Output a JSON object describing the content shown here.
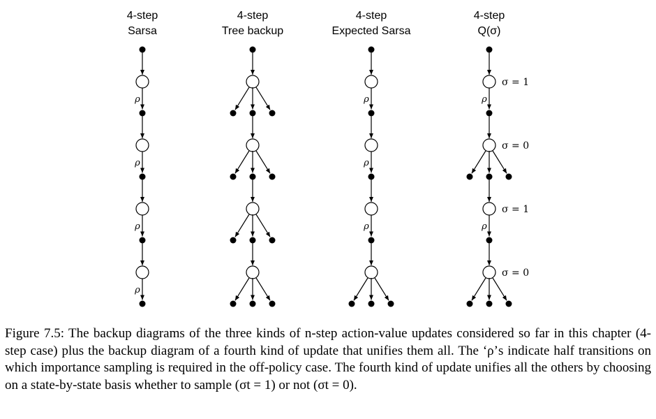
{
  "diagrams": [
    {
      "id": "sarsa",
      "title_lines": [
        "4-step",
        "Sarsa"
      ],
      "steps": [
        {
          "rho": "ρ",
          "sigma": "",
          "branch": 1
        },
        {
          "rho": "ρ",
          "sigma": "",
          "branch": 1
        },
        {
          "rho": "ρ",
          "sigma": "",
          "branch": 1
        },
        {
          "rho": "ρ",
          "sigma": "",
          "branch": 1
        }
      ]
    },
    {
      "id": "tree-backup",
      "title_lines": [
        "4-step",
        "Tree backup"
      ],
      "steps": [
        {
          "rho": "",
          "sigma": "",
          "branch": 3
        },
        {
          "rho": "",
          "sigma": "",
          "branch": 3
        },
        {
          "rho": "",
          "sigma": "",
          "branch": 3
        },
        {
          "rho": "",
          "sigma": "",
          "branch": 3
        }
      ]
    },
    {
      "id": "expected-sarsa",
      "title_lines": [
        "4-step",
        "Expected Sarsa"
      ],
      "steps": [
        {
          "rho": "ρ",
          "sigma": "",
          "branch": 1
        },
        {
          "rho": "ρ",
          "sigma": "",
          "branch": 1
        },
        {
          "rho": "ρ",
          "sigma": "",
          "branch": 1
        },
        {
          "rho": "",
          "sigma": "",
          "branch": 3
        }
      ]
    },
    {
      "id": "q-sigma",
      "title_lines": [
        "4-step",
        "Q(σ)"
      ],
      "steps": [
        {
          "rho": "ρ",
          "sigma": "σ = 1",
          "branch": 1
        },
        {
          "rho": "",
          "sigma": "σ = 0",
          "branch": 3
        },
        {
          "rho": "ρ",
          "sigma": "σ = 1",
          "branch": 1
        },
        {
          "rho": "",
          "sigma": "σ = 0",
          "branch": 3
        }
      ]
    }
  ],
  "caption": {
    "figure_label": "Figure 7.5:",
    "text": "The backup diagrams of the three kinds of n-step action-value updates considered so far in this chapter (4-step case) plus the backup diagram of a fourth kind of update that unifies them all. The ‘ρ’s indicate half transitions on which importance sampling is required in the off-policy case. The fourth kind of update unifies all the others by choosing on a state-by-state basis whether to sample (σt = 1) or not (σt = 0)."
  }
}
